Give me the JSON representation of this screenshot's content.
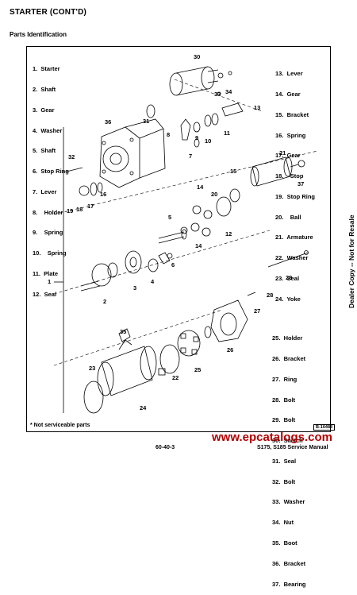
{
  "header": {
    "title": "STARTER (CONT'D)",
    "subtitle": "Parts Identification"
  },
  "legend_left": [
    "1.  Starter",
    "2.  Shaft",
    "3.  Gear",
    "4.  Washer",
    "5.  Shaft",
    "6.  Stop Ring",
    "7.  Lever",
    "8.    Holder",
    "9.    Spring",
    "10.    Spring",
    "11.  Plate",
    "12.  Seal"
  ],
  "legend_right": [
    "13.  Lever",
    "14.  Gear",
    "15.  Bracket",
    "16.  Spring",
    "17.  Gear",
    "18.    Stop",
    "19.  Stop Ring",
    "20.    Ball",
    "21.  Armature",
    "22.  Washer",
    "23.  Seal",
    "24.  Yoke"
  ],
  "legend_bottom": [
    "25.  Holder",
    "26.  Bracket",
    "27.  Ring",
    "28.  Bolt",
    "29.  Bolt",
    "30.  Switch",
    "31.  Seal",
    "32.  Bolt",
    "33.  Washer",
    "34.  Nut",
    "35.  Boot",
    "36.  Bracket",
    "37.  Bearing"
  ],
  "callouts": [
    "1",
    "2",
    "3",
    "4",
    "5",
    "6",
    "7",
    "8",
    "9",
    "10",
    "11",
    "12",
    "13",
    "14",
    "14",
    "15",
    "16",
    "17",
    "18",
    "19",
    "20",
    "21",
    "22",
    "23",
    "24",
    "25",
    "26",
    "27",
    "28",
    "29",
    "30",
    "31",
    "32",
    "33",
    "34",
    "35",
    "36",
    "37"
  ],
  "footnote": "* Not serviceable parts",
  "figure_id": "B-16488",
  "page_number": "60-40-3",
  "model": "S175, S185 Service Manual",
  "watermark": "www.epcatalogs.com",
  "side_note": "Dealer Copy -- Not for Resale",
  "colors": {
    "watermark": "#b30000"
  }
}
